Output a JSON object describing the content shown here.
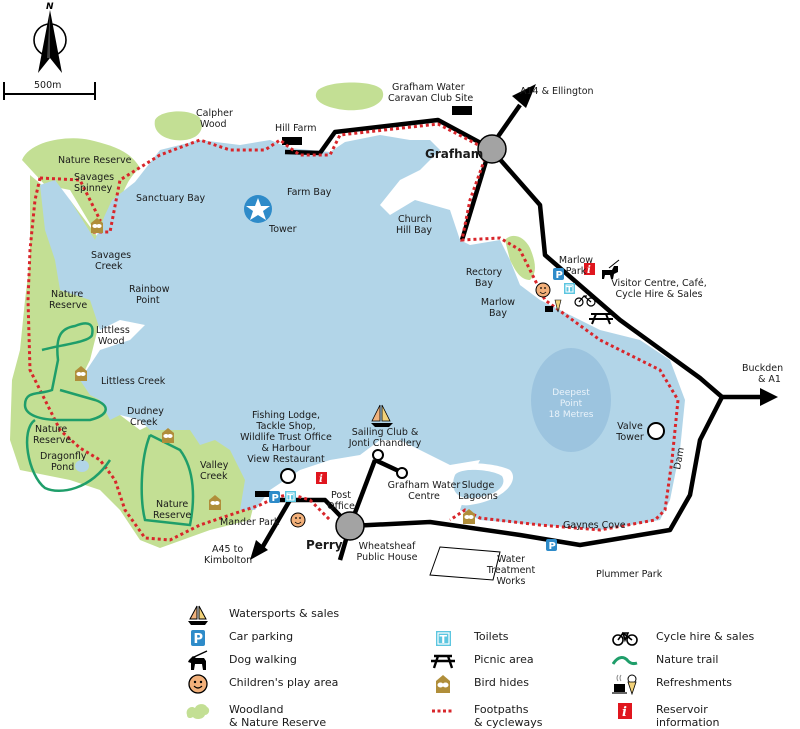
{
  "compass": {
    "north_label": "N",
    "scale_label": "500m"
  },
  "colors": {
    "water": "#b2d5e8",
    "deep_water": "#9cc4df",
    "woodland": "#c3df94",
    "road": "#000000",
    "footpath": "#d8262b",
    "nature_trail": "#1f9e6a",
    "roundabout": "#a3a3a3",
    "parking": "#2e8bc9",
    "toilets": "#5cc6e0",
    "info": "#e0161e",
    "bird_hide": "#b08e3a"
  },
  "map": {
    "roads": {
      "a14": "A14 & Ellington",
      "buckden": "Buckden\n& A1",
      "a45": "A45 to\nKimbolton"
    },
    "villages": {
      "grafham": "Grafham",
      "perry": "Perry"
    },
    "places": {
      "calpher_wood": "Calpher\nWood",
      "hill_farm": "Hill Farm",
      "caravan": "Grafham Water\nCaravan Club Site",
      "nature_reserve_top": "Nature Reserve",
      "savages_spinney": "Savages\nSpinney",
      "sanctuary_bay": "Sanctuary Bay",
      "farm_bay": "Farm Bay",
      "tower": "Tower",
      "church_hill_bay": "Church\nHill Bay",
      "savages_creek": "Savages\nCreek",
      "nature_reserve_mid": "Nature\nReserve",
      "rainbow_point": "Rainbow\nPoint",
      "littless_wood": "Littless\nWood",
      "littless_creek": "Littless Creek",
      "dudney_creek": "Dudney\nCreek",
      "nature_reserve_left": "Nature\nReserve",
      "dragonfly_pond": "Dragonfly\nPond",
      "valley_creek": "Valley\nCreek",
      "nature_reserve_bottom": "Nature\nReserve",
      "mander_park": "Mander Park",
      "fishing_lodge": "Fishing Lodge,\nTackle Shop,\nWildlife Trust Office\n& Harbour\nView Restaurant",
      "sailing_club": "Sailing Club &\nJonti Chandlery",
      "grafham_water_centre": "Grafham Water\nCentre",
      "post_office": "Post\nOffice",
      "wheatsheaf": "Wheatsheaf\nPublic House",
      "sludge_lagoons": "Sludge\nLagoons",
      "water_treatment": "Water\nTreatment\nWorks",
      "plummer_park": "Plummer Park",
      "gaynes_cove": "Gaynes Cove",
      "deepest_point": "Deepest\nPoint\n18 Metres",
      "valve_tower": "Valve\nTower",
      "dam": "Dam",
      "rectory_bay": "Rectory\nBay",
      "marlow_bay": "Marlow\nBay",
      "marlow_park": "Marlow\nPark",
      "visitor_centre": "Visitor Centre, Café,\nCycle Hire & Sales"
    }
  },
  "legend": {
    "items": [
      {
        "id": "watersports",
        "label": "Watersports & sales",
        "icon": "sailboat-icon"
      },
      {
        "id": "car_parking",
        "label": "Car parking",
        "icon": "parking-icon"
      },
      {
        "id": "dog_walking",
        "label": "Dog walking",
        "icon": "dog-icon"
      },
      {
        "id": "play_area",
        "label": "Children's play area",
        "icon": "smiley-icon"
      },
      {
        "id": "woodland",
        "label": "Woodland\n& Nature Reserve",
        "icon": "woodland-icon"
      },
      {
        "id": "toilets",
        "label": "Toilets",
        "icon": "toilets-icon"
      },
      {
        "id": "picnic",
        "label": "Picnic area",
        "icon": "picnic-table-icon"
      },
      {
        "id": "bird_hides",
        "label": "Bird hides",
        "icon": "bird-hide-icon"
      },
      {
        "id": "footpaths",
        "label": "Footpaths\n& cycleways",
        "icon": "footpath-icon"
      },
      {
        "id": "cycle_hire",
        "label": "Cycle hire & sales",
        "icon": "bicycle-icon"
      },
      {
        "id": "nature_trail",
        "label": "Nature trail",
        "icon": "nature-trail-icon"
      },
      {
        "id": "refreshments",
        "label": "Refreshments",
        "icon": "refreshments-icon"
      },
      {
        "id": "reservoir_info",
        "label": "Reservoir\ninformation",
        "icon": "info-icon"
      }
    ]
  }
}
